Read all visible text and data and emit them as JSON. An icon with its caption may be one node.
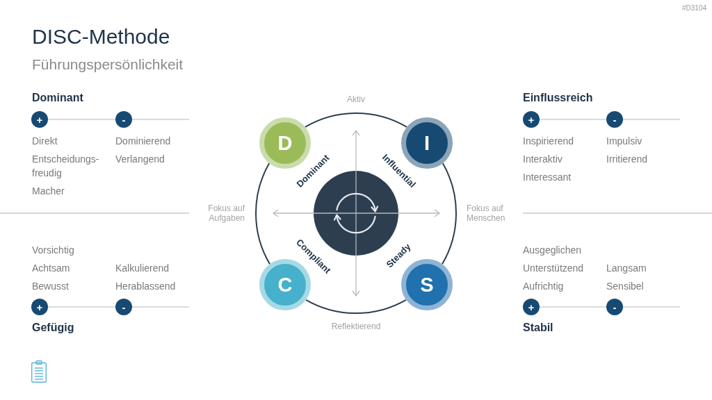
{
  "diagram": {
    "title": "DISC-Methode",
    "nodes": [
      {
        "text": [
          "+"
        ],
        "beside": [
          "Direkt",
          "Entscheidungs- freudig",
          "Macher"
        ]
      },
      {
        "text": [
          "-"
        ],
        "beside": [
          "Dominierend",
          "Verlangend"
        ]
      },
      {
        "text": [
          "+"
        ],
        "beside": [
          "Inspirierend",
          "Interaktiv",
          "Interessant"
        ]
      },
      {
        "text": [
          "-"
        ],
        "beside": [
          "Impulsiv",
          "Irritierend"
        ]
      },
      {
        "text": [
          "D"
        ],
        "beside": [
          "Dominant"
        ]
      },
      {
        "text": [
          "I"
        ],
        "beside": [
          "Influential"
        ]
      },
      {
        "text": [],
        "shape": "circle"
      },
      {
        "text": [
          "C"
        ],
        "beside": [
          "Compliant"
        ]
      },
      {
        "text": [
          "S"
        ],
        "beside": [
          "Steady"
        ]
      },
      {
        "text": [
          "+"
        ],
        "beside": [
          "Vorsichtig",
          "Achtsam",
          "Bewusst"
        ]
      },
      {
        "text": [
          "-"
        ],
        "beside": [
          "Kalkulierend",
          "Herablassend"
        ]
      },
      {
        "text": [
          "+"
        ],
        "beside": [
          "Ausgeglichen",
          "Unterstützend",
          "Aufrichtig"
        ]
      },
      {
        "text": [
          "-"
        ],
        "beside": [
          "Langsam",
          "Sensibel"
        ]
      }
    ],
    "edges": [
      {
        "from": 0,
        "to": 1,
        "arrow": "none"
      },
      {
        "from": 2,
        "to": 3,
        "arrow": "none"
      },
      {
        "from": 4,
        "to": 5,
        "arrow": "none",
        "color": "#2c3e50"
      },
      {
        "from": 5,
        "to": 8,
        "arrow": "none",
        "color": "#2c3e50"
      },
      {
        "from": 8,
        "to": 7,
        "arrow": "none",
        "color": "#2c3e50"
      },
      {
        "from": 7,
        "to": 4,
        "arrow": "none",
        "color": "#2c3e50"
      },
      {
        "from": 9,
        "to": 10,
        "arrow": "none"
      },
      {
        "from": 11,
        "to": 12,
        "arrow": "none"
      }
    ],
    "labels": [
      "#D3104",
      "Führungspersönlichkeit",
      "Dominant",
      "Aktiv",
      "Einflussreich",
      "Fokus auf Aufgaben",
      "Fokus auf Menschen",
      "Gefügig",
      "Reflektierend",
      "Stabil"
    ]
  }
}
